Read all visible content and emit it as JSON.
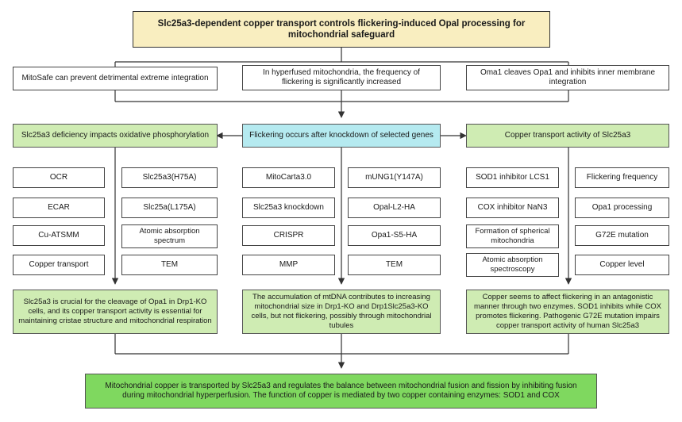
{
  "title": "Slc25a3-dependent copper transport controls flickering-induced Opal processing for mitochondrial safeguard",
  "top_boxes": [
    "MitoSafe can prevent detrimental extreme integration",
    "In hyperfused mitochondria, the frequency of flickering is significantly increased",
    "Oma1 cleaves Opa1 and inhibits inner membrane integration"
  ],
  "middle": {
    "left": "Slc25a3 deficiency impacts oxidative phosphorylation",
    "center": "Flickering occurs after knockdown of selected genes",
    "right": "Copper transport activity of Slc25a3"
  },
  "grid": {
    "col1": [
      "OCR",
      "ECAR",
      "Cu-ATSMM",
      "Copper transport"
    ],
    "col2": [
      "Slc25a3(H75A)",
      "Slc25a(L175A)",
      "Atomic absorption spectrum",
      "TEM"
    ],
    "col3": [
      "MitoCarta3.0",
      "Slc25a3 knockdown",
      "CRISPR",
      "MMP"
    ],
    "col4": [
      "mUNG1(Y147A)",
      "Opal-L2-HA",
      "Opa1-S5-HA",
      "TEM"
    ],
    "col5": [
      "SOD1 inhibitor LCS1",
      "COX inhibitor NaN3",
      "Formation of spherical mitochondria",
      "Atomic absorption spectroscopy"
    ],
    "col6": [
      "Flickering frequency",
      "Opa1 processing",
      "G72E mutation",
      "Copper level"
    ]
  },
  "conclusions": [
    "Slc25a3 is crucial for the cleavage of Opa1 in Drp1-KO cells, and its copper transport activity is essential for maintaining cristae structure and mitochondrial respiration",
    "The accumulation of mtDNA contributes to increasing mitochondrial size in Drp1-KO and Drp1Slc25a3-KO cells, but not flickering, possibly through mitochondrial tubules",
    "Copper seems to affect flickering in an antagonistic manner through two enzymes. SOD1 inhibits while COX promotes flickering. Pathogenic G72E mutation impairs copper transport activity of human Slc25a3"
  ],
  "final": "Mitochondrial copper is transported by Slc25a3 and regulates the balance between mitochondrial fusion and fission by inhibiting fusion during mitochondrial hyperperfusion. The function of copper is mediated by two copper containing enzymes: SOD1 and COX",
  "colors": {
    "title_bg": "#f9eec0",
    "green_light": "#cfecb3",
    "cyan": "#b5eaf0",
    "green_strong": "#7fd85f",
    "line": "#333333"
  }
}
